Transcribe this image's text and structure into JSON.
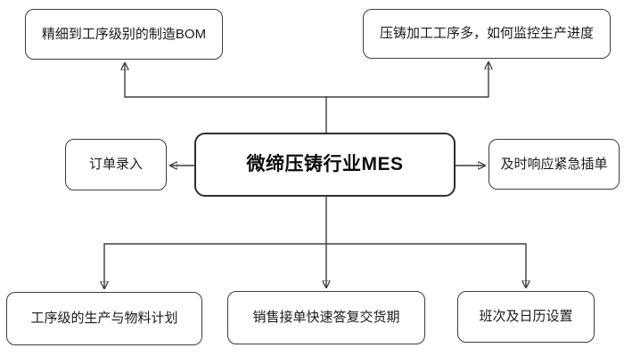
{
  "diagram": {
    "center": {
      "label": "微缔压铸行业MES"
    },
    "nodes": {
      "top_left": {
        "label": "精细到工序级别的制造BOM"
      },
      "top_right": {
        "label": "压铸加工工序多，如何监控生产进度"
      },
      "left": {
        "label": "订单录入"
      },
      "right": {
        "label": "及时响应紧急插单"
      },
      "bottom_left": {
        "label": "工序级的生产与物料计划"
      },
      "bottom_center": {
        "label": "销售接单快速答复交货期"
      },
      "bottom_right": {
        "label": "班次及日历设置"
      }
    },
    "colors": {
      "background": "#ffffff",
      "line": "#3d3d3d",
      "box_border": "#3d3d3d",
      "center_box_border": "#2e2e2e",
      "text": "#1a1a1a"
    }
  }
}
